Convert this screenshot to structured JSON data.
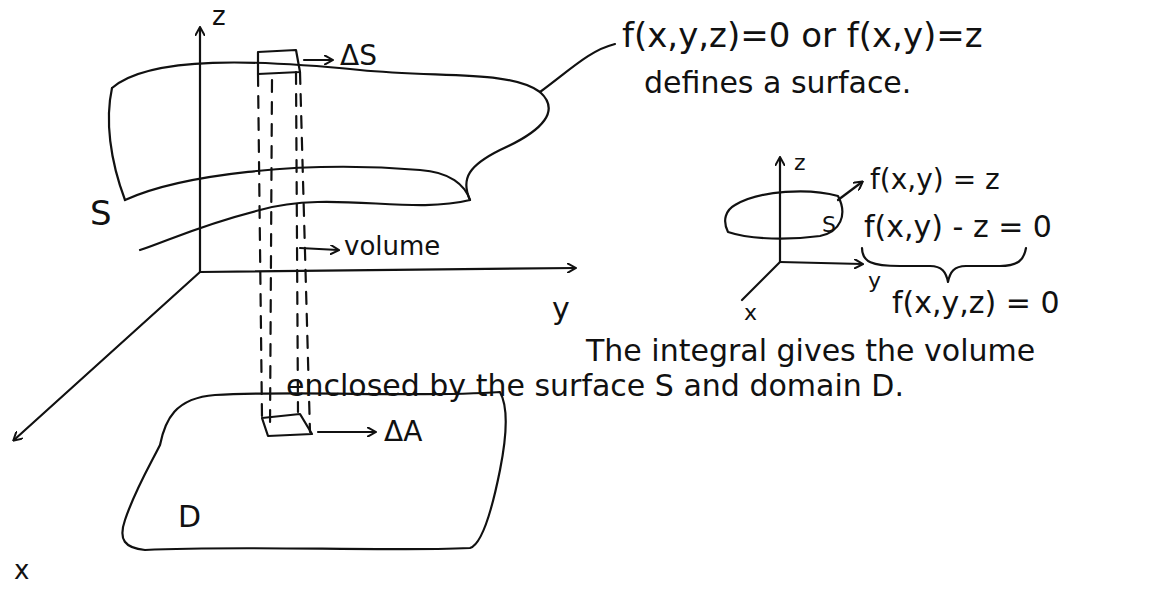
{
  "diagram": {
    "labels": [
      "z",
      "y",
      "x",
      "S",
      "ΔS",
      "volume",
      "D",
      "ΔA",
      "f(x,y,z)=0 or f(x,y)=z",
      "defines a surface.",
      "z",
      "f(x,y) = z",
      "S",
      "f(x,y) - z = 0",
      "y",
      "x",
      "f(x,y,z) = 0",
      "The integral gives the volume enclosed by the surface S and domain D."
    ]
  }
}
